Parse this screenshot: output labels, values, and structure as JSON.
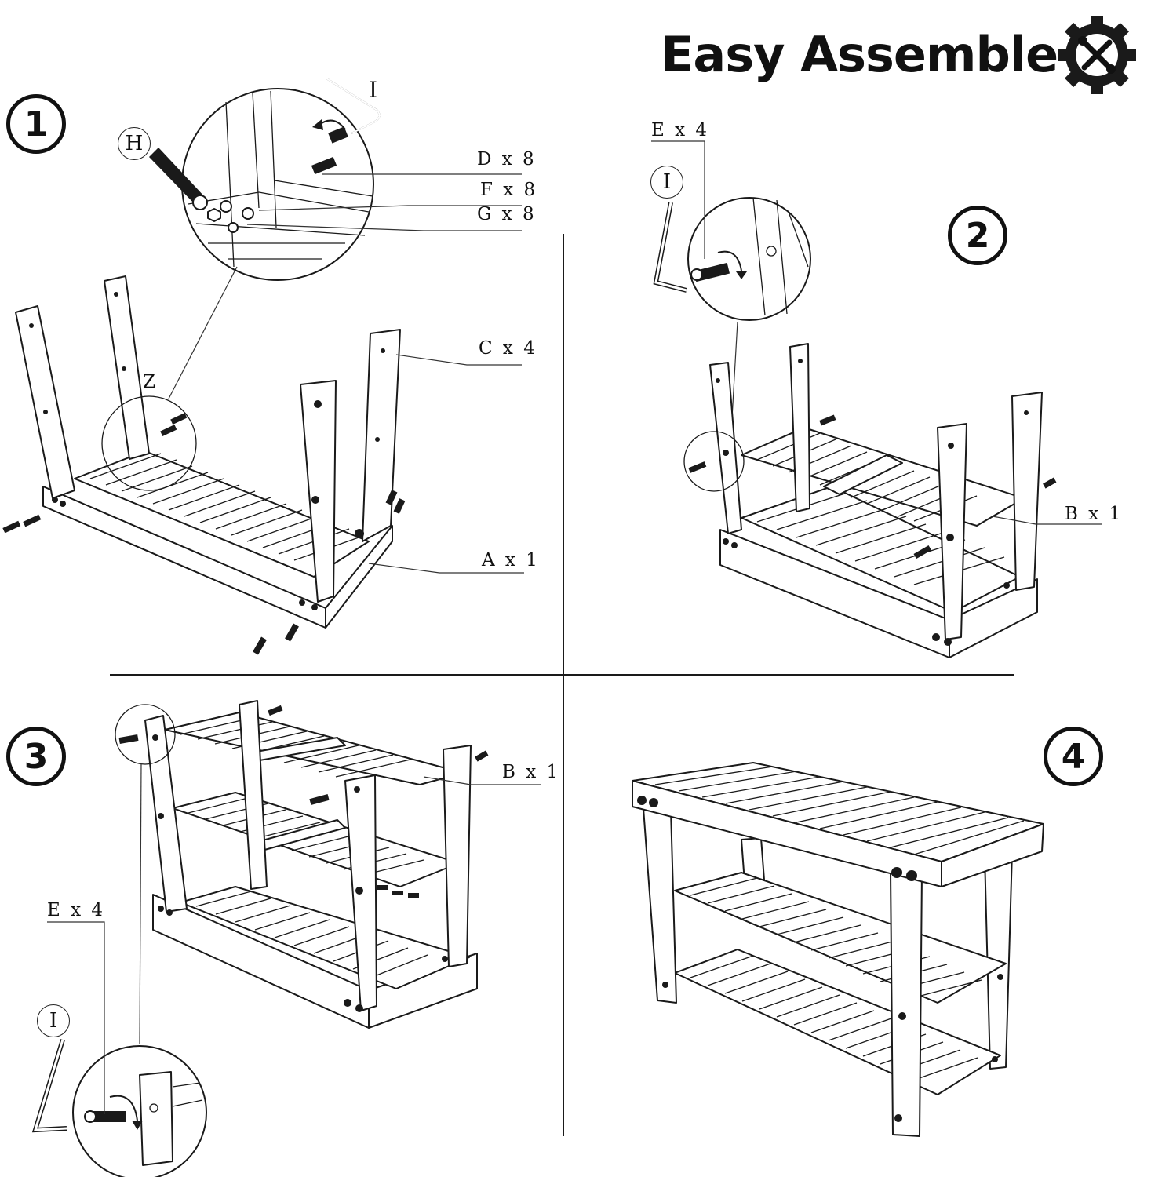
{
  "header": {
    "title": "Easy Assemble",
    "icon": "gear-tools-icon"
  },
  "steps": [
    {
      "number": "1",
      "tools": [
        "H",
        "I"
      ],
      "parts": [
        "D x 8",
        "F x 8",
        "G x 8",
        "C x 4",
        "A x 1"
      ],
      "detail_label": "Z"
    },
    {
      "number": "2",
      "tools": [
        "I"
      ],
      "parts": [
        "E x 4",
        "B x 1"
      ]
    },
    {
      "number": "3",
      "tools": [
        "I"
      ],
      "parts": [
        "B x 1",
        "E x 4"
      ]
    },
    {
      "number": "4"
    }
  ]
}
